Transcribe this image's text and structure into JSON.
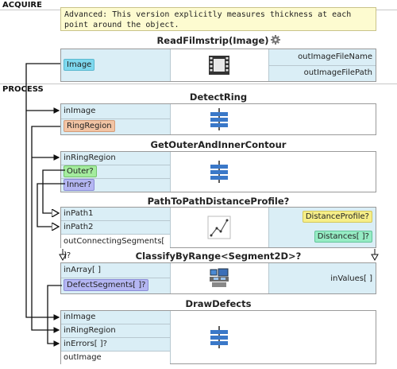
{
  "sections": {
    "acquire": "ACQUIRE",
    "process": "PROCESS"
  },
  "comment": "Advanced: This version explicitly measures thickness at each point around the object.",
  "blocks": [
    {
      "title": "ReadFilmstrip(Image)",
      "inputs": [
        "Image"
      ],
      "outputs": [
        "outImageFileName",
        "outImageFilePath"
      ]
    },
    {
      "title": "DetectRing",
      "inputs": [
        "inImage",
        "RingRegion"
      ],
      "outputs": []
    },
    {
      "title": "GetOuterAndInnerContour",
      "inputs": [
        "inRingRegion",
        "Outer?",
        "Inner?"
      ],
      "outputs": []
    },
    {
      "title": "PathToPathDistanceProfile?",
      "inputs": [
        "inPath1",
        "inPath2",
        "outConnectingSegments[ ]?"
      ],
      "outputs": [
        "DistanceProfile?",
        "Distances[ ]?"
      ]
    },
    {
      "title": "ClassifyByRange<Segment2D>?",
      "inputs": [
        "inArray[ ]",
        "DefectSegments[ ]?"
      ],
      "outputs": [
        "inValues[ ]"
      ]
    },
    {
      "title": "DrawDefects",
      "inputs": [
        "inImage",
        "inRingRegion",
        "inErrors[ ]?",
        "outImage"
      ],
      "outputs": []
    }
  ],
  "colors": {
    "port_bg": "#daeef6",
    "comment_bg": "#fdfbd0",
    "wire": "#111111"
  }
}
